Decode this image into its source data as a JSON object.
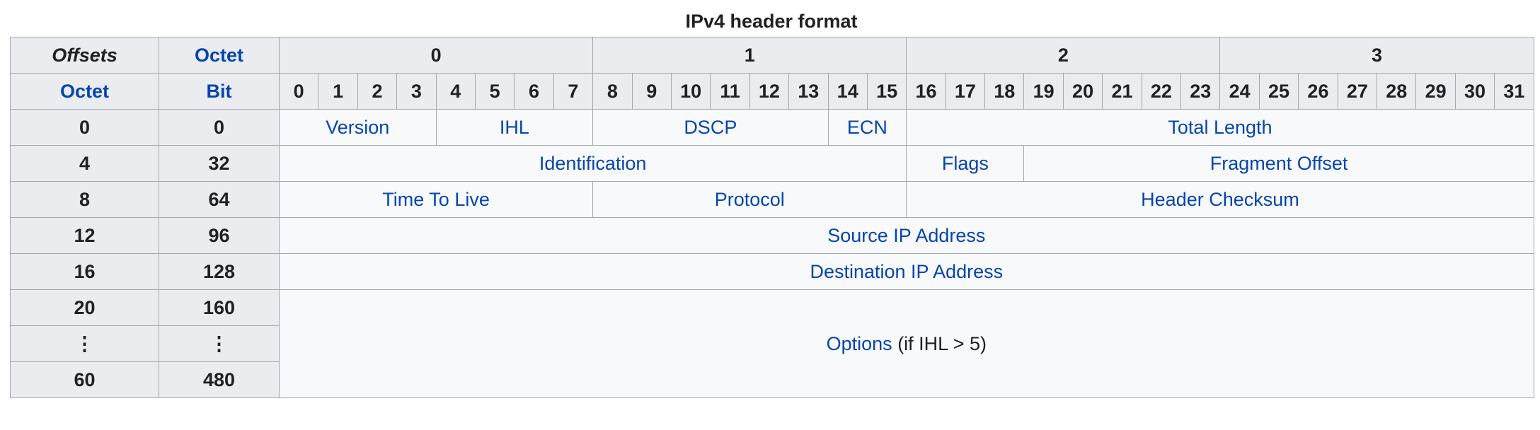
{
  "title": "IPv4 header format",
  "header": {
    "offsets_label": "Offsets",
    "octet_label": "Octet",
    "octet_numbers": [
      "0",
      "1",
      "2",
      "3"
    ],
    "row_octet_label": "Octet",
    "bit_label": "Bit",
    "bit_numbers": [
      "0",
      "1",
      "2",
      "3",
      "4",
      "5",
      "6",
      "7",
      "8",
      "9",
      "10",
      "11",
      "12",
      "13",
      "14",
      "15",
      "16",
      "17",
      "18",
      "19",
      "20",
      "21",
      "22",
      "23",
      "24",
      "25",
      "26",
      "27",
      "28",
      "29",
      "30",
      "31"
    ]
  },
  "rows": [
    {
      "octet": "0",
      "bit": "0",
      "fields": [
        {
          "label": "Version",
          "span": 4
        },
        {
          "label": "IHL",
          "span": 4
        },
        {
          "label": "DSCP",
          "span": 6
        },
        {
          "label": "ECN",
          "span": 2
        },
        {
          "label": "Total Length",
          "span": 16
        }
      ]
    },
    {
      "octet": "4",
      "bit": "32",
      "fields": [
        {
          "label": "Identification",
          "span": 16
        },
        {
          "label": "Flags",
          "span": 3
        },
        {
          "label": "Fragment Offset",
          "span": 13
        }
      ]
    },
    {
      "octet": "8",
      "bit": "64",
      "fields": [
        {
          "label": "Time To Live",
          "span": 8
        },
        {
          "label": "Protocol",
          "span": 8
        },
        {
          "label": "Header Checksum",
          "span": 16
        }
      ]
    },
    {
      "octet": "12",
      "bit": "96",
      "fields": [
        {
          "label": "Source IP Address",
          "span": 32
        }
      ]
    },
    {
      "octet": "16",
      "bit": "128",
      "fields": [
        {
          "label": "Destination IP Address",
          "span": 32
        }
      ]
    }
  ],
  "options_rows": [
    {
      "octet": "20",
      "bit": "160"
    },
    {
      "octet": "⋮",
      "bit": "⋮"
    },
    {
      "octet": "60",
      "bit": "480"
    }
  ],
  "options": {
    "label": "Options",
    "condition": " (if IHL > 5)"
  },
  "colors": {
    "link": "#0645ad",
    "header_bg": "#eaecf0",
    "cell_bg": "#f8f9fa",
    "border": "#a2a9b1"
  }
}
